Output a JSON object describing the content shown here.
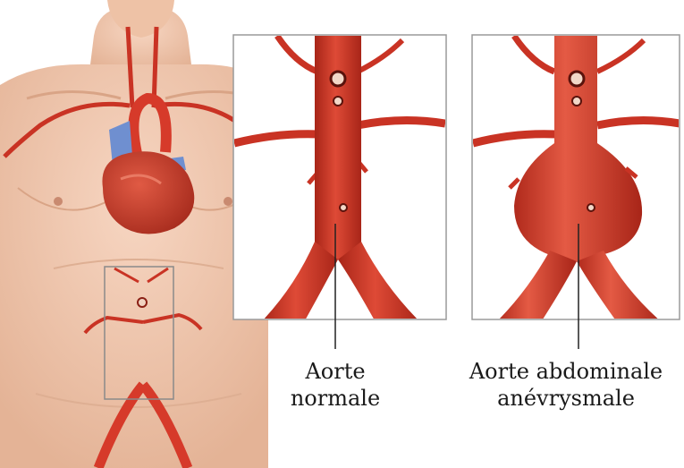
{
  "labels": {
    "normal": {
      "line1": "Aorte",
      "line2": "normale"
    },
    "aneurysm": {
      "line1": "Aorte abdominale",
      "line2": "anévrysmale"
    }
  },
  "colors": {
    "skin": "#f2c9b0",
    "skin_shadow": "#e3ad90",
    "artery": "#d63a2a",
    "artery_dark": "#a82518",
    "vein": "#6f8fd0",
    "heart": "#c8402f",
    "panel_border": "#9a9a9a",
    "callout_line": "#222222"
  },
  "icons": [
    "human-torso-illustration",
    "heart-illustration",
    "aorta-illustration"
  ]
}
